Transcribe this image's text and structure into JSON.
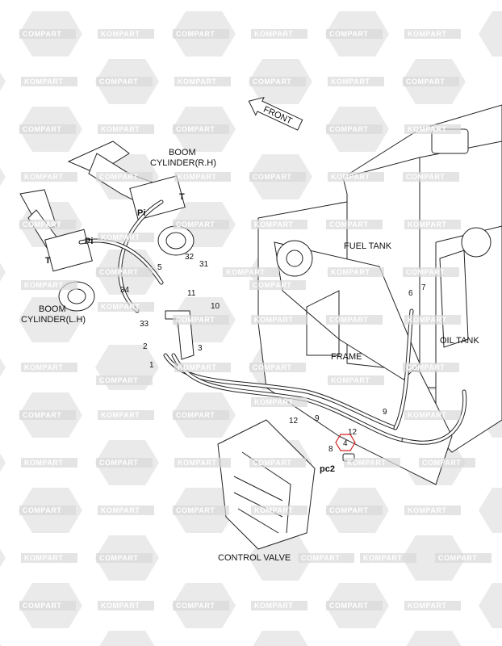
{
  "watermark": {
    "text_a": "KOMPART",
    "text_b": "COMPART",
    "color": "#d9d9d9"
  },
  "direction": {
    "front_label": "FRONT"
  },
  "components": {
    "boom_rh_line1": "BOOM",
    "boom_rh_line2": "CYLINDER(R.H)",
    "boom_lh_line1": "BOOM",
    "boom_lh_line2": "CYLINDER(L.H)",
    "fuel_tank": "FUEL TANK",
    "oil_tank": "OIL TANK",
    "frame": "FRAME",
    "control_valve": "CONTROL VALVE"
  },
  "ports": {
    "pi_rh": "Pi",
    "t_rh": "T",
    "pi_lh": "Pi",
    "t_lh": "T",
    "pc2": "pc2"
  },
  "callouts": [
    "5",
    "32",
    "31",
    "34",
    "11",
    "10",
    "33",
    "2",
    "3",
    "1",
    "6",
    "7",
    "12",
    "9",
    "9",
    "12",
    "8"
  ],
  "highlighted_callout": {
    "number": "4",
    "color": "#d62020"
  }
}
